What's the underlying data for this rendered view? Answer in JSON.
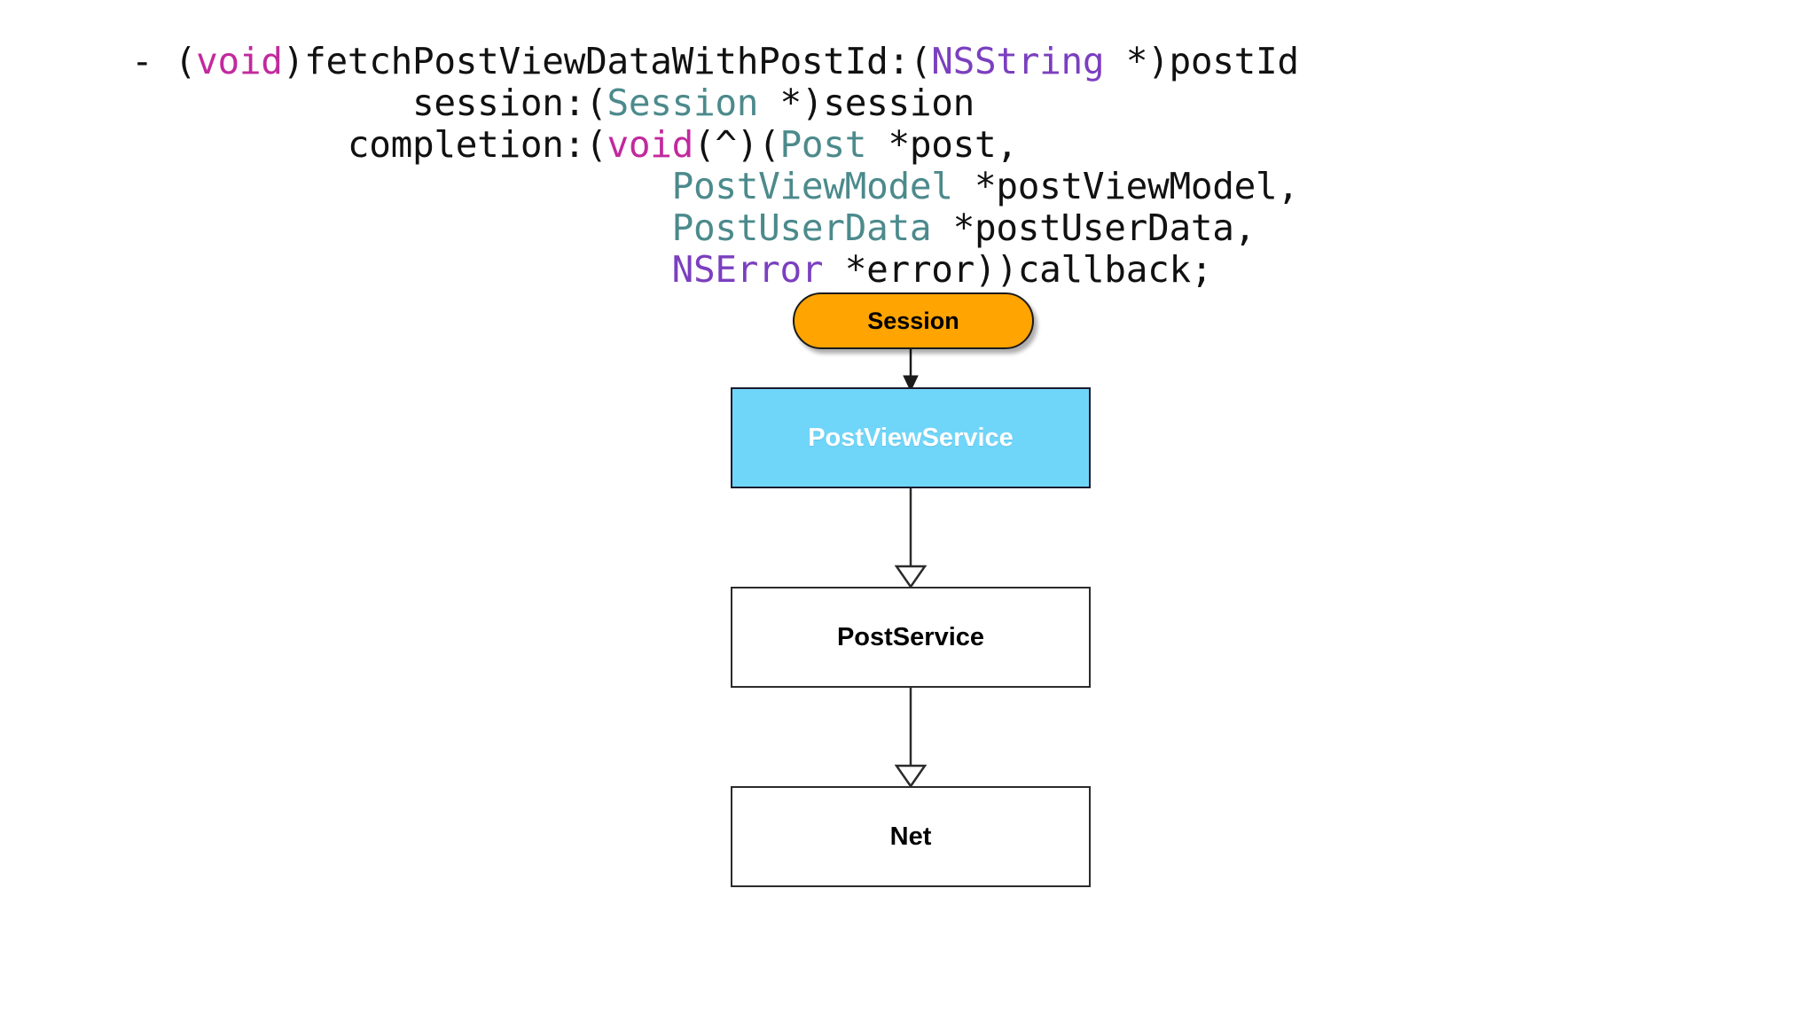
{
  "code": {
    "language": "objective-c",
    "lines": [
      {
        "indent": 0,
        "tokens": [
          {
            "text": "- (",
            "kind": "plain"
          },
          {
            "text": "void",
            "kind": "keyword"
          },
          {
            "text": ")fetchPostViewDataWithPostId:(",
            "kind": "plain"
          },
          {
            "text": "NSString",
            "kind": "framework"
          },
          {
            "text": " *)postId",
            "kind": "plain"
          }
        ]
      },
      {
        "indent": 13,
        "tokens": [
          {
            "text": "session:(",
            "kind": "plain"
          },
          {
            "text": "Session",
            "kind": "class"
          },
          {
            "text": " *)session",
            "kind": "plain"
          }
        ]
      },
      {
        "indent": 10,
        "tokens": [
          {
            "text": "completion:(",
            "kind": "plain"
          },
          {
            "text": "void",
            "kind": "keyword"
          },
          {
            "text": "(^)(",
            "kind": "plain"
          },
          {
            "text": "Post",
            "kind": "class"
          },
          {
            "text": " *post,",
            "kind": "plain"
          }
        ]
      },
      {
        "indent": 25,
        "tokens": [
          {
            "text": "PostViewModel",
            "kind": "class"
          },
          {
            "text": " *postViewModel,",
            "kind": "plain"
          }
        ]
      },
      {
        "indent": 25,
        "tokens": [
          {
            "text": "PostUserData",
            "kind": "class"
          },
          {
            "text": " *postUserData,",
            "kind": "plain"
          }
        ]
      },
      {
        "indent": 25,
        "tokens": [
          {
            "text": "NSError",
            "kind": "framework"
          },
          {
            "text": " *error))callback;",
            "kind": "plain"
          }
        ]
      }
    ],
    "colors": {
      "keyword": "#C2299E",
      "framework": "#7B3FBF",
      "class": "#4C8A8C",
      "plain": "#111111"
    }
  },
  "diagram": {
    "type": "flowchart",
    "orientation": "top-to-bottom",
    "nodes": [
      {
        "id": "session",
        "label": "Session",
        "shape": "pill",
        "fill": "#FFA400",
        "stroke": "#1a1a1a",
        "text_color": "#000000",
        "shadow": true
      },
      {
        "id": "postviewservice",
        "label": "PostViewService",
        "shape": "rectangle",
        "fill": "#6FD6FA",
        "stroke": "#1a1a2e",
        "text_color": "#ffffff",
        "shadow": false
      },
      {
        "id": "postservice",
        "label": "PostService",
        "shape": "rectangle",
        "fill": "#ffffff",
        "stroke": "#2b2b2b",
        "text_color": "#000000",
        "shadow": false
      },
      {
        "id": "net",
        "label": "Net",
        "shape": "rectangle",
        "fill": "#ffffff",
        "stroke": "#2b2b2b",
        "text_color": "#000000",
        "shadow": false
      }
    ],
    "edges": [
      {
        "from": "session",
        "to": "postviewservice",
        "arrowhead": "filled-triangle"
      },
      {
        "from": "postviewservice",
        "to": "postservice",
        "arrowhead": "hollow-triangle"
      },
      {
        "from": "postservice",
        "to": "net",
        "arrowhead": "hollow-triangle"
      }
    ]
  },
  "canvas": {
    "background": "#ffffff"
  }
}
